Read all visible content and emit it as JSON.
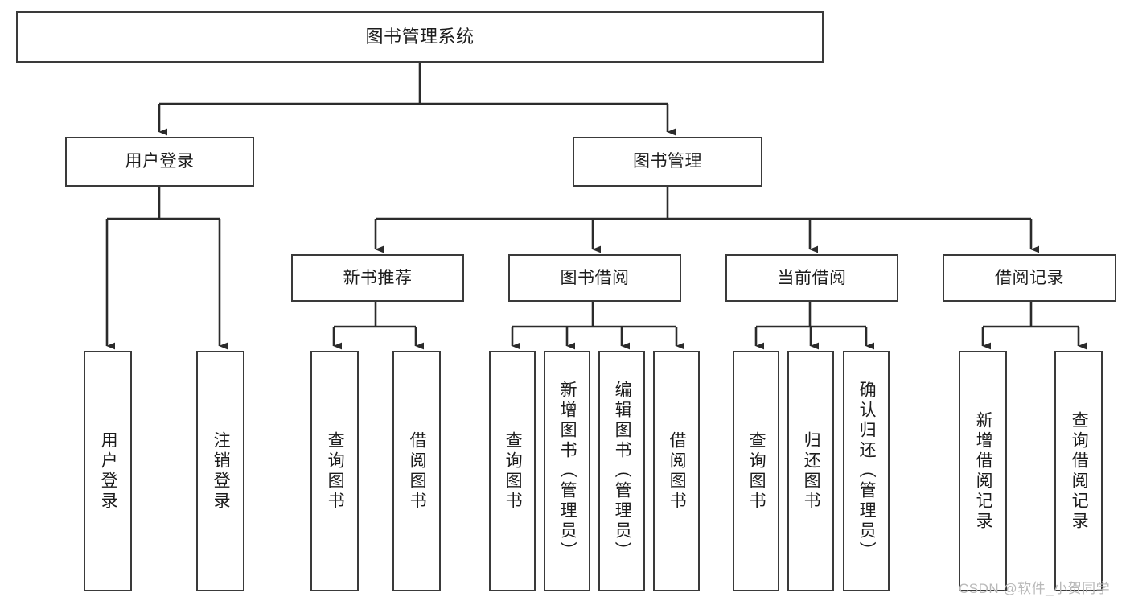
{
  "diagram": {
    "title": "图书管理系统",
    "type": "tree-hierarchy-functional-structure",
    "colors": {
      "box_border": "#3a3a3a",
      "box_fill": "#ffffff",
      "connector": "#2b2b2b",
      "text": "#1c1c1c",
      "watermark": "#b9b9b9",
      "background": "#ffffff"
    },
    "root": {
      "id": "root",
      "label": "图书管理系统"
    },
    "level2": [
      {
        "id": "user-login",
        "label": "用户登录"
      },
      {
        "id": "book-manage",
        "label": "图书管理"
      }
    ],
    "level3": [
      {
        "id": "new-book-recommend",
        "label": "新书推荐",
        "parent": "book-manage"
      },
      {
        "id": "book-borrow",
        "label": "图书借阅",
        "parent": "book-manage"
      },
      {
        "id": "current-borrow",
        "label": "当前借阅",
        "parent": "book-manage"
      },
      {
        "id": "borrow-record",
        "label": "借阅记录",
        "parent": "book-manage"
      }
    ],
    "leaves": [
      {
        "id": "leaf-user-login",
        "label": "用户登录",
        "parent": "user-login"
      },
      {
        "id": "leaf-logout-login",
        "label": "注销登录",
        "parent": "user-login"
      },
      {
        "id": "leaf-query-book-1",
        "label": "查询图书",
        "parent": "new-book-recommend"
      },
      {
        "id": "leaf-borrow-book-1",
        "label": "借阅图书",
        "parent": "new-book-recommend"
      },
      {
        "id": "leaf-query-book-2",
        "label": "查询图书",
        "parent": "book-borrow"
      },
      {
        "id": "leaf-add-book",
        "label": "新增图书（管理员）",
        "parent": "book-borrow"
      },
      {
        "id": "leaf-edit-book",
        "label": "编辑图书（管理员）",
        "parent": "book-borrow"
      },
      {
        "id": "leaf-borrow-book-2",
        "label": "借阅图书",
        "parent": "book-borrow"
      },
      {
        "id": "leaf-query-book-3",
        "label": "查询图书",
        "parent": "current-borrow"
      },
      {
        "id": "leaf-return-book",
        "label": "归还图书",
        "parent": "current-borrow"
      },
      {
        "id": "leaf-confirm-return",
        "label": "确认归还（管理员）",
        "parent": "current-borrow"
      },
      {
        "id": "leaf-add-record",
        "label": "新增借阅记录",
        "parent": "borrow-record"
      },
      {
        "id": "leaf-query-record",
        "label": "查询借阅记录",
        "parent": "borrow-record"
      }
    ]
  },
  "watermark": {
    "text": "CSDN @软件_小贺同学"
  }
}
